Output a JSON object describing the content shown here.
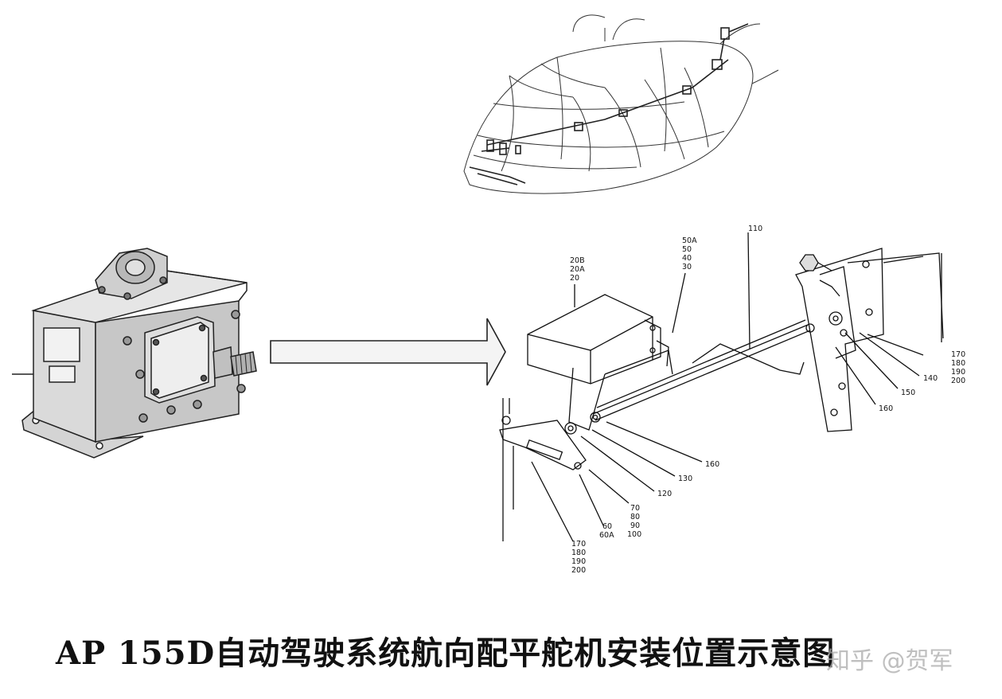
{
  "caption": "AP 155D自动驾驶系统航向配平舵机安装位置示意图",
  "watermark": "知乎 @贺军",
  "callouts": {
    "actuator_variants": [
      "20B",
      "20A",
      "20"
    ],
    "mount_screws": [
      "50A",
      "50",
      "40",
      "30"
    ],
    "rod": "110",
    "right_bracket": [
      "170",
      "180",
      "190",
      "200"
    ],
    "washer_140": "140",
    "nut_150": "150",
    "bolt_160_right": "160",
    "bolt_160_left": "160",
    "spacer_130": "130",
    "rod_end_120": "120",
    "lever_hardware": [
      "70",
      "80",
      "90",
      "100"
    ],
    "lever_pins": [
      "60",
      "60A"
    ],
    "lower_bracket": [
      "170",
      "180",
      "190",
      "200"
    ]
  }
}
